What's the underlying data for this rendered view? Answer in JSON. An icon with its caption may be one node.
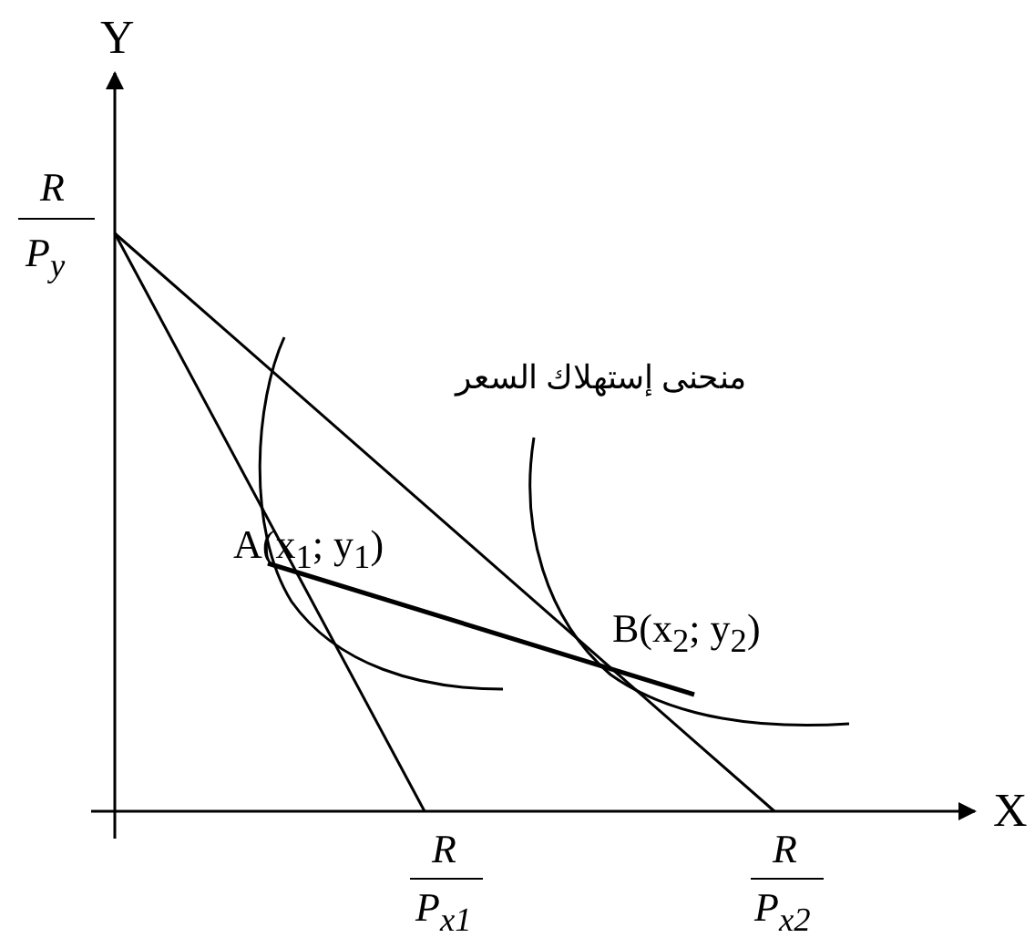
{
  "diagram": {
    "labels": [
      "Y",
      "R",
      "P$_{y}$",
      "منحنى إستهلاك السعر",
      "A(x$_{1}$; y$_{1}$)",
      "B(x$_{2}$; y$_{2}$)",
      "X",
      "R",
      "P$_{x1}$",
      "R",
      "P$_{x2}$"
    ]
  }
}
